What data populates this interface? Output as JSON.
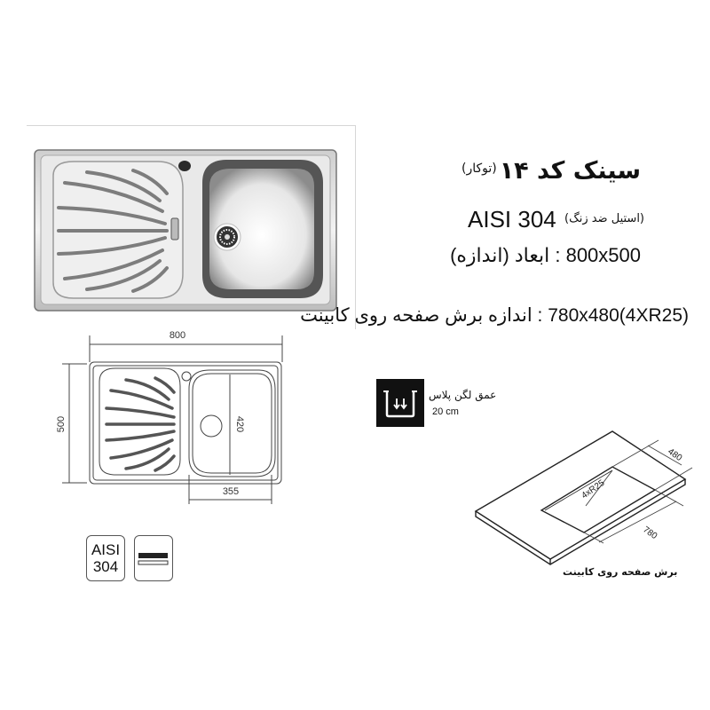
{
  "product": {
    "title": "سینک کد ۱۴",
    "subtitle": "(توکار)",
    "material_code": "AISI 304",
    "material_label": "(استیل ضد زنگ)",
    "dimensions_line": "800x500 : ابعاد (اندازه)",
    "cutout_line": "780x480(4XR25) : اندازه برش صفحه روی کابینت"
  },
  "technical_drawing": {
    "width_label": "800",
    "height_label": "500",
    "bowl_height_label": "420",
    "bowl_width_label": "355"
  },
  "depth_info": {
    "icon": "bowl-depth-icon",
    "label": "عمق لگن پلاس",
    "value": "20 cm"
  },
  "badges": {
    "aisi_line1": "AISI",
    "aisi_line2": "304",
    "thickness_icon": "thickness-icon"
  },
  "cabinet_diagram": {
    "width_label": "480",
    "length_label": "780",
    "radius_label": "4xR25",
    "caption": "برش صفحه روی کابینت"
  },
  "colors": {
    "line": "#333333",
    "steel_light": "#e8e8e8",
    "steel_dark": "#8a8a8a",
    "icon_bg": "#111111"
  }
}
